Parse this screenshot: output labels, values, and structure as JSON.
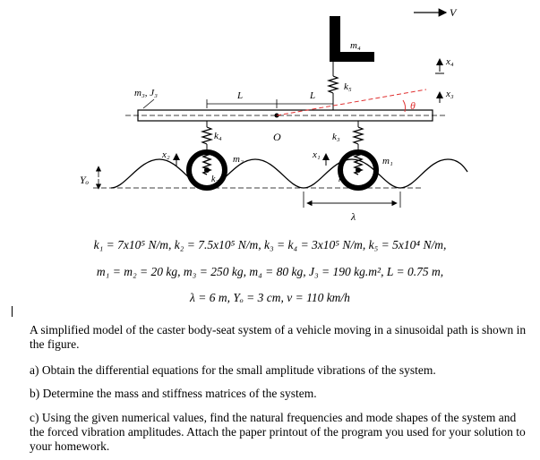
{
  "figure": {
    "labels": {
      "m3j3": "m₃, J₃",
      "L1": "L",
      "L2": "L",
      "m4": "m₄",
      "k5": "k₅",
      "theta": "θ",
      "O": "O",
      "k4": "k₄",
      "k3": "k₃",
      "m2": "m₂",
      "m1": "m₁",
      "x2": "x₂",
      "x1": "x₁",
      "k2": "k₂",
      "k1": "k₁",
      "Y0": "Yₒ",
      "lambda": "λ",
      "V": "V",
      "x4": "x₄",
      "x3": "x₃"
    },
    "colors": {
      "line": "#000000",
      "theta_line": "#e03030",
      "theta_label": "#e03030"
    }
  },
  "equations": {
    "line1": "k₁ = 7x10⁵ N/m,  k₂ = 7.5x10⁵ N/m,  k₃ = k₄ = 3x10⁵ N/m,  k₅ = 5x10⁴ N/m,",
    "line2": "m₁ = m₂ = 20 kg,  m₃ = 250 kg,  m₄ = 80 kg,  J₃ = 190 kg.m²,  L = 0.75 m,",
    "line3": "λ = 6 m,  Yₒ = 3 cm,  v = 110 km/h"
  },
  "text": {
    "intro": "A simplified model of the caster body-seat system of a vehicle moving in a sinusoidal path is shown in the figure.",
    "part_a": "a) Obtain the differential equations for the small amplitude vibrations of the system.",
    "part_b": "b) Determine the mass and stiffness matrices of the system.",
    "part_c": "c) Using the given numerical values, find the natural frequencies and mode shapes of the system and the forced vibration amplitudes. Attach the paper printout of the program you used for your solution to your homework."
  }
}
